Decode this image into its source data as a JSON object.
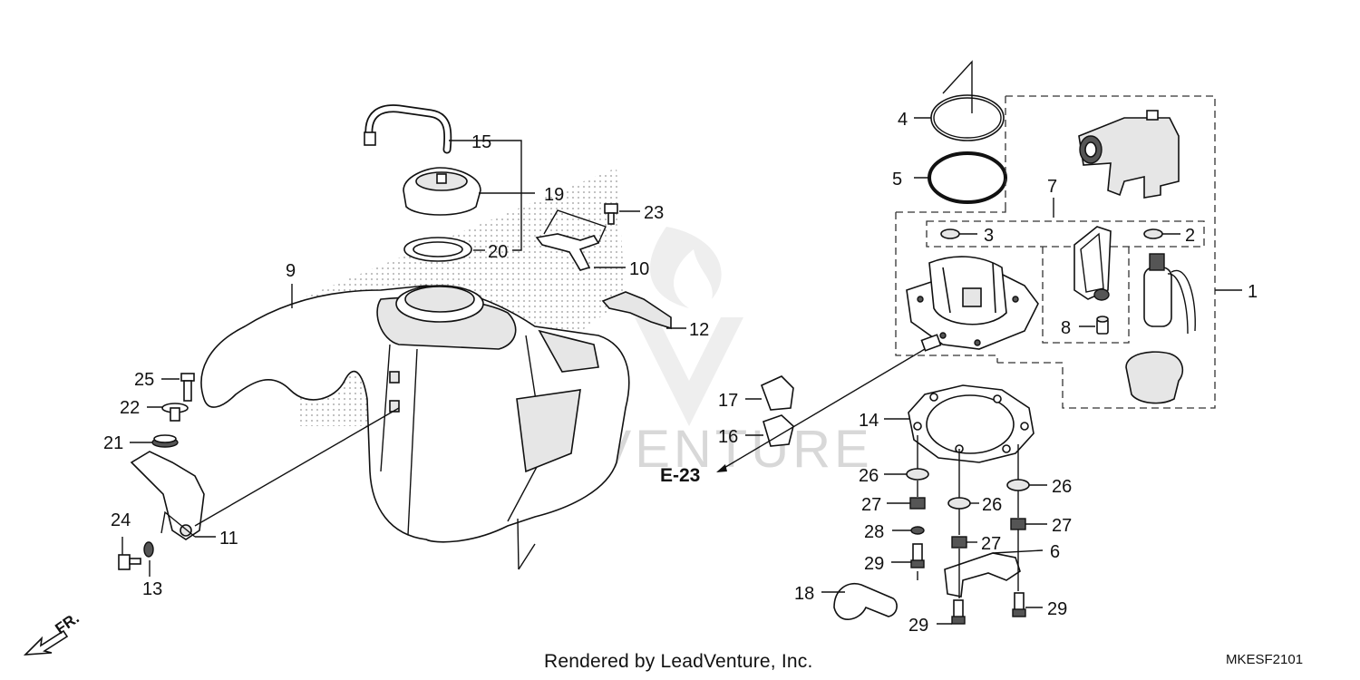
{
  "callouts": {
    "c1": "1",
    "c2": "2",
    "c3": "3",
    "c4": "4",
    "c5": "5",
    "c6": "6",
    "c7": "7",
    "c8": "8",
    "c9": "9",
    "c10": "10",
    "c11": "11",
    "c12": "12",
    "c13": "13",
    "c14": "14",
    "c15": "15",
    "c16": "16",
    "c17": "17",
    "c18": "18",
    "c19": "19",
    "c20": "20",
    "c21": "21",
    "c22": "22",
    "c23": "23",
    "c24": "24",
    "c25": "25",
    "c26a": "26",
    "c26b": "26",
    "c26c": "26",
    "c27a": "27",
    "c27b": "27",
    "c27c": "27",
    "c28": "28",
    "c29a": "29",
    "c29b": "29",
    "c29c": "29"
  },
  "reference": "E-23",
  "direction": "FR.",
  "watermark": "LEADVENTURE",
  "footer": "Rendered by LeadVenture, Inc.",
  "diagram_code": "MKESF2101"
}
